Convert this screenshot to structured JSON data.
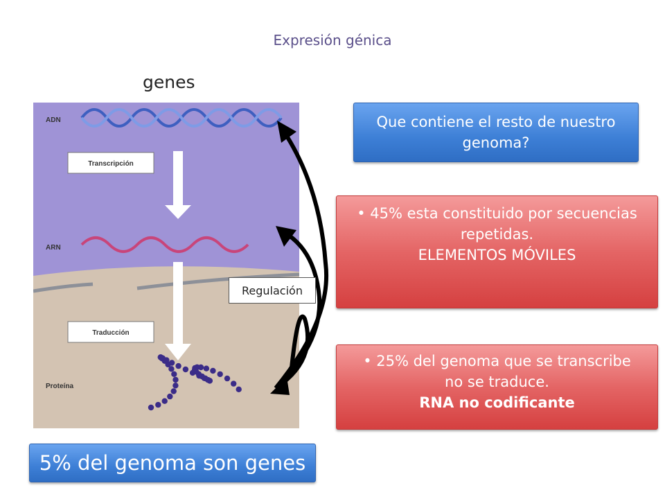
{
  "title": "Expresión génica",
  "subtitle": "genes",
  "diagram": {
    "labels": {
      "adn": "ADN",
      "arn": "ARN",
      "proteina": "Proteína",
      "transcripcion": "Transcripción",
      "traduccion": "Traducción"
    }
  },
  "regulacion_label": "Regulación",
  "question_box": "Que contiene el resto de nuestro genoma?",
  "box_repeats": {
    "line1": "• 45% esta constituido por secuencias repetidas.",
    "line2": "ELEMENTOS MÓVILES"
  },
  "box_ncrna": {
    "line1": "• 25% del genoma que se transcribe no se traduce.",
    "line2": "RNA no codificante"
  },
  "genes_box": "5% del genoma son genes",
  "colors": {
    "nucleus": "#9f93d6",
    "cytoplasm": "#d3c3b2",
    "blue_box": "#3d7fd6",
    "red_box": "#e05555",
    "dna": "#3e5fc0",
    "rna": "#c8457a",
    "protein": "#3b2c88"
  }
}
